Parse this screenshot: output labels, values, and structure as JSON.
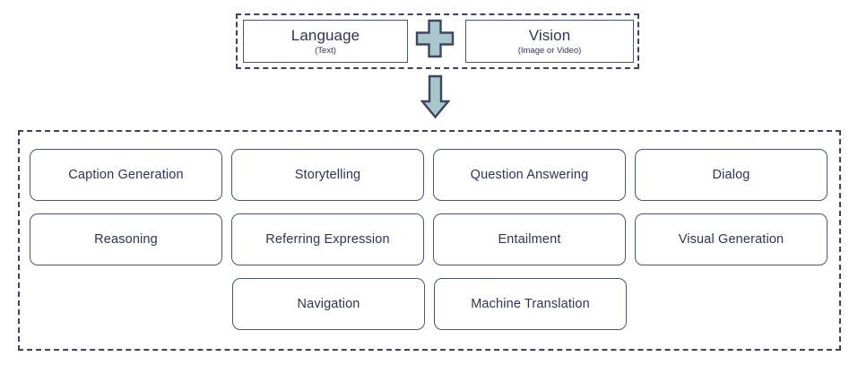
{
  "diagram": {
    "title": "Language and Vision multimodal tasks diagram",
    "colors": {
      "box_border": "#4a5280",
      "dashed_border": "#3b4168",
      "text": "#2f3355",
      "icon_fill": "#a8c6cb",
      "icon_stroke": "#3d465e",
      "background": "#ffffff"
    }
  },
  "input_group": {
    "modalities": [
      {
        "title": "Language",
        "subtitle": "(Text)"
      },
      {
        "title": "Vision",
        "subtitle": "(Image or Video)"
      }
    ],
    "operator_icon": "plus-icon",
    "flow_icon": "down-arrow-icon"
  },
  "tasks_group": {
    "rows": [
      {
        "boxes": [
          {
            "label": "Caption Generation"
          },
          {
            "label": "Storytelling"
          },
          {
            "label": "Question Answering"
          },
          {
            "label": "Dialog"
          }
        ]
      },
      {
        "boxes": [
          {
            "label": "Reasoning"
          },
          {
            "label": "Referring Expression"
          },
          {
            "label": "Entailment"
          },
          {
            "label": "Visual Generation"
          }
        ]
      },
      {
        "boxes": [
          {
            "label": "Navigation"
          },
          {
            "label": "Machine Translation"
          }
        ]
      }
    ]
  }
}
